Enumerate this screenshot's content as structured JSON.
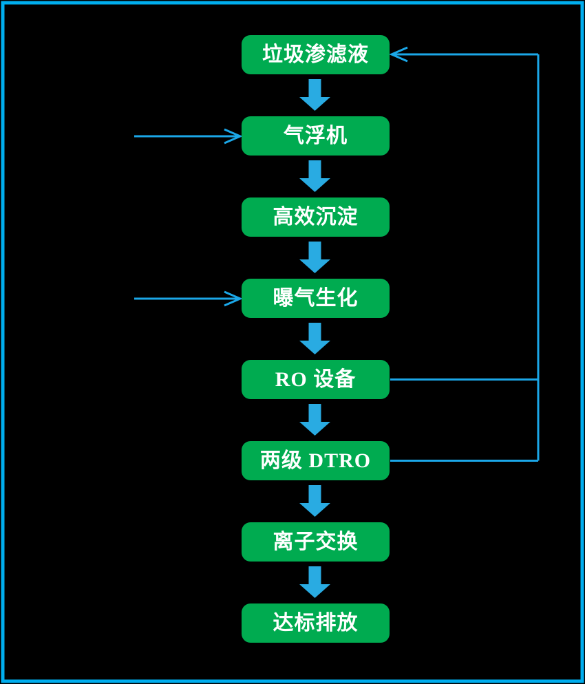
{
  "diagram": {
    "type": "flowchart",
    "background_color": "#000000",
    "border_color": "#00AEEF",
    "node_fill_color": "#00AB50",
    "node_text_color": "#FFFFFF",
    "block_arrow_color": "#29ABE2",
    "line_color": "#1BA7E8",
    "nodes": [
      {
        "label": "垃圾渗滤液"
      },
      {
        "label": "气浮机"
      },
      {
        "label": "高效沉淀"
      },
      {
        "label": "曝气生化"
      },
      {
        "label": "RO 设备"
      },
      {
        "label": "两级 DTRO"
      },
      {
        "label": "离子交换"
      },
      {
        "label": "达标排放"
      }
    ],
    "edges": [
      {
        "from": "垃圾渗滤液",
        "to": "气浮机",
        "style": "block-arrow-down"
      },
      {
        "from": "气浮机",
        "to": "高效沉淀",
        "style": "block-arrow-down"
      },
      {
        "from": "高效沉淀",
        "to": "曝气生化",
        "style": "block-arrow-down"
      },
      {
        "from": "曝气生化",
        "to": "RO 设备",
        "style": "block-arrow-down"
      },
      {
        "from": "RO 设备",
        "to": "两级 DTRO",
        "style": "block-arrow-down"
      },
      {
        "from": "两级 DTRO",
        "to": "离子交换",
        "style": "block-arrow-down"
      },
      {
        "from": "离子交换",
        "to": "达标排放",
        "style": "block-arrow-down"
      },
      {
        "from": "external-left",
        "to": "气浮机",
        "style": "thin-arrow-in"
      },
      {
        "from": "external-left",
        "to": "曝气生化",
        "style": "thin-arrow-in"
      },
      {
        "from": "RO 设备",
        "to": "垃圾渗滤液",
        "style": "thin-recycle-line"
      },
      {
        "from": "两级 DTRO",
        "to": "垃圾渗滤液",
        "style": "thin-recycle-line"
      }
    ]
  }
}
